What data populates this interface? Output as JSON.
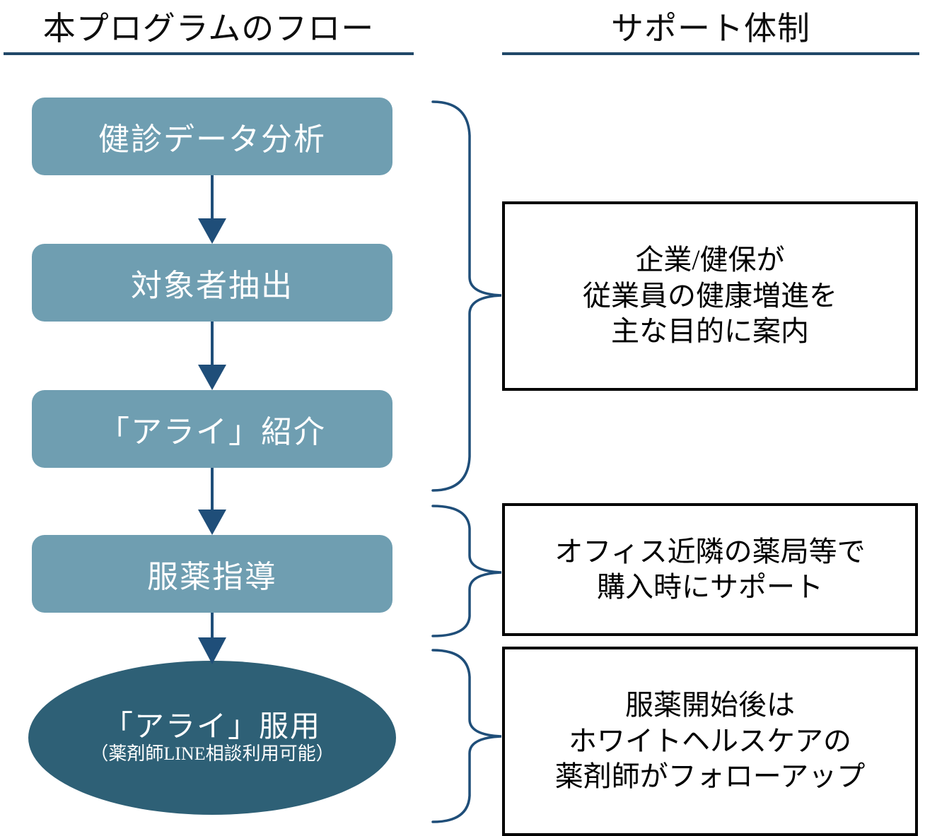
{
  "headers": {
    "left": "本プログラムのフロー",
    "right": "サポート体制"
  },
  "flow": {
    "steps": [
      {
        "label": "健診データ分析"
      },
      {
        "label": "対象者抽出"
      },
      {
        "label": "「アライ」紹介"
      },
      {
        "label": "服薬指導"
      }
    ],
    "terminal": {
      "label": "「アライ」服用",
      "sublabel": "（薬剤師LINE相談利用可能）"
    }
  },
  "support": {
    "boxes": [
      {
        "lines": [
          "企業/健保が",
          "従業員の健康増進を",
          "主な目的に案内"
        ]
      },
      {
        "lines": [
          "オフィス近隣の薬局等で",
          "購入時にサポート"
        ]
      },
      {
        "lines": [
          "服薬開始後は",
          "ホワイトヘルスケアの",
          "薬剤師がフォローアップ"
        ]
      }
    ]
  },
  "colors": {
    "step_fill": "#6F9EB1",
    "terminal_fill": "#2E6076",
    "arrow": "#1F4E79",
    "rule": "#214868",
    "brace": "#1F4E79",
    "support_border": "#000000",
    "step_text": "#FFFFFF",
    "support_text": "#000000"
  },
  "chart_data": {
    "type": "diagram",
    "title": "本プログラムのフロー / サポート体制",
    "nodes": [
      {
        "id": "step1",
        "label": "健診データ分析",
        "shape": "rounded-rect"
      },
      {
        "id": "step2",
        "label": "対象者抽出",
        "shape": "rounded-rect"
      },
      {
        "id": "step3",
        "label": "「アライ」紹介",
        "shape": "rounded-rect"
      },
      {
        "id": "step4",
        "label": "服薬指導",
        "shape": "rounded-rect"
      },
      {
        "id": "step5",
        "label": "「アライ」服用（薬剤師LINE相談利用可能）",
        "shape": "ellipse"
      },
      {
        "id": "support1",
        "label": "企業/健保が従業員の健康増進を主な目的に案内",
        "shape": "rect"
      },
      {
        "id": "support2",
        "label": "オフィス近隣の薬局等で購入時にサポート",
        "shape": "rect"
      },
      {
        "id": "support3",
        "label": "服薬開始後はホワイトヘルスケアの薬剤師がフォローアップ",
        "shape": "rect"
      }
    ],
    "edges": [
      {
        "from": "step1",
        "to": "step2",
        "type": "arrow"
      },
      {
        "from": "step2",
        "to": "step3",
        "type": "arrow"
      },
      {
        "from": "step3",
        "to": "step4",
        "type": "arrow"
      },
      {
        "from": "step4",
        "to": "step5",
        "type": "arrow"
      },
      {
        "from": "step1,step2,step3",
        "to": "support1",
        "type": "brace"
      },
      {
        "from": "step4",
        "to": "support2",
        "type": "brace"
      },
      {
        "from": "step5",
        "to": "support3",
        "type": "brace"
      }
    ]
  }
}
